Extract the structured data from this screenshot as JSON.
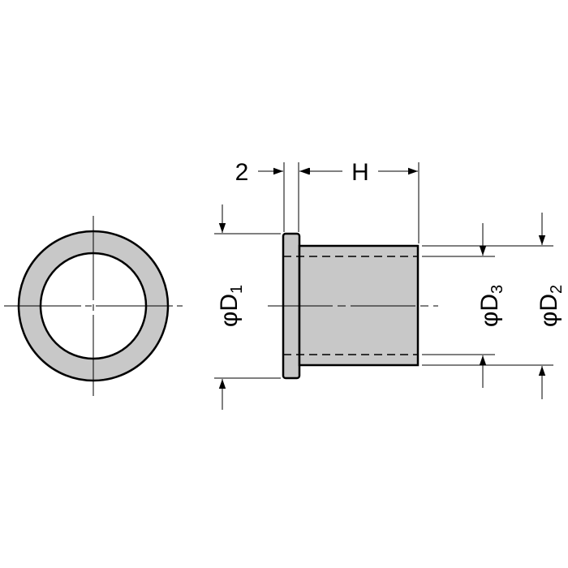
{
  "colors": {
    "background": "#ffffff",
    "line": "#000000",
    "part_fill": "#c8c8c8"
  },
  "labels": {
    "flange_thickness": "2",
    "height": "H",
    "d1": {
      "prefix": "φD",
      "sub": "1"
    },
    "d2": {
      "prefix": "φD",
      "sub": "2"
    },
    "d3": {
      "prefix": "φD",
      "sub": "3"
    }
  }
}
